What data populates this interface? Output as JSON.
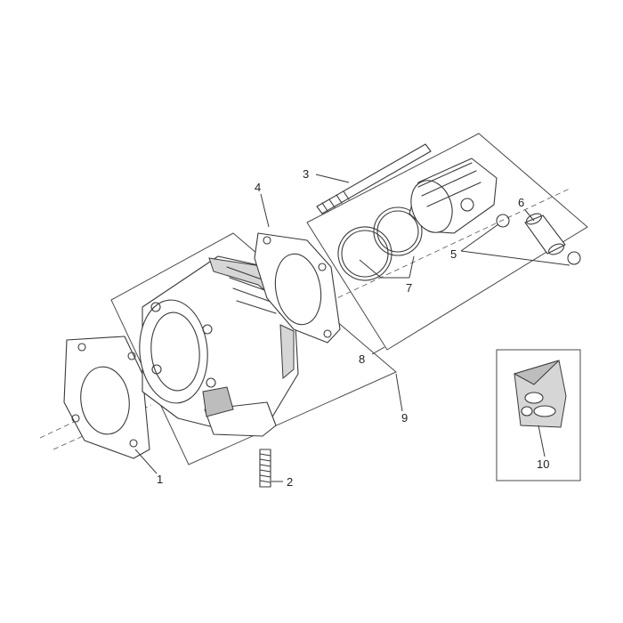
{
  "callouts": [
    "1",
    "2",
    "3",
    "4",
    "5",
    "6",
    "7",
    "8",
    "9",
    "10"
  ],
  "colors": {
    "line": "#3a3a3a",
    "shade": "#d6d6d6",
    "background": "#ffffff"
  }
}
